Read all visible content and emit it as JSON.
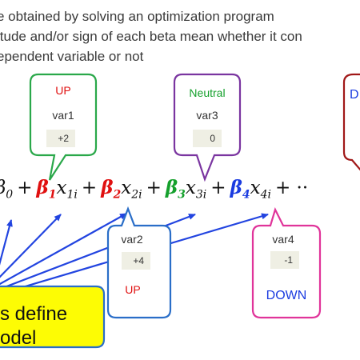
{
  "intro": {
    "line1": "e obtained by solving an optimization program",
    "line2": "itude and/or sign of each beta mean whether it con",
    "line3": "ependent variable or not"
  },
  "equation": {
    "beta0_sub": "0",
    "terms": [
      {
        "beta_sub": "1",
        "x_sub": "1i",
        "color": "#e01010"
      },
      {
        "beta_sub": "2",
        "x_sub": "2i",
        "color": "#e01010"
      },
      {
        "beta_sub": "3",
        "x_sub": "3i",
        "color": "#15a02c"
      },
      {
        "beta_sub": "4",
        "x_sub": "4i",
        "color": "#1a3be0"
      }
    ],
    "trailing": "+ ··"
  },
  "callouts": {
    "var1": {
      "direction": "UP",
      "name": "var1",
      "value": "+2",
      "border": "#2aa84a",
      "label_color": "#e01010"
    },
    "var3": {
      "direction": "Neutral",
      "name": "var3",
      "value": "0",
      "border": "#7a35a0",
      "label_color": "#15a02c"
    },
    "var5": {
      "direction": "D",
      "border": "#a01818",
      "label_color": "#1a3be0"
    },
    "var2": {
      "direction": "UP",
      "name": "var2",
      "value": "+4",
      "border": "#2a6ec8",
      "label_color": "#e01010"
    },
    "var4": {
      "direction": "DOWN",
      "name": "var4",
      "value": "-1",
      "border": "#e0349a",
      "label_color": "#1a3be0"
    }
  },
  "note": {
    "line1": "s define",
    "line2": "odel",
    "fill": "#fdfc04",
    "border": "#2a6ec8"
  },
  "arrow_color": "#2244e0"
}
